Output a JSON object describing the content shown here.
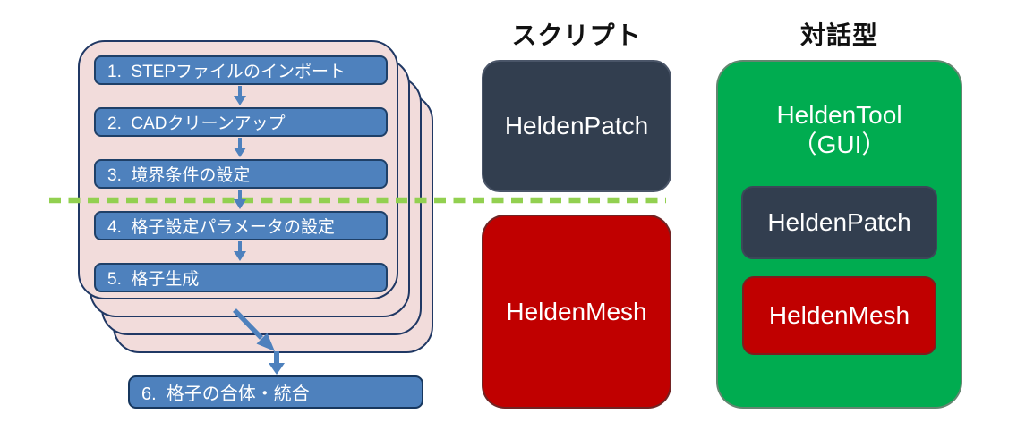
{
  "flow": {
    "steps": [
      "1.  STEPファイルのインポート",
      "2.  CADクリーンアップ",
      "3.  境界条件の設定",
      "4.  格子設定パラメータの設定",
      "5.  格子生成"
    ],
    "final_step": "6.  格子の合体・統合"
  },
  "script_column": {
    "header": "スクリプト",
    "patch_label": "HeldenPatch",
    "mesh_label": "HeldenMesh"
  },
  "interactive_column": {
    "header": "対話型",
    "tool_label": "HeldenTool",
    "tool_sublabel": "（GUI）",
    "patch_label": "HeldenPatch",
    "mesh_label": "HeldenMesh"
  },
  "colors": {
    "step_blue": "#4E81BD",
    "navy_border": "#203864",
    "sheet_pink": "#F2DCDB",
    "dark_slate": "#323E4F",
    "red": "#C00000",
    "green": "#00AC50",
    "dash_green": "#92D050",
    "text_on_box": "#FFFFFF"
  }
}
